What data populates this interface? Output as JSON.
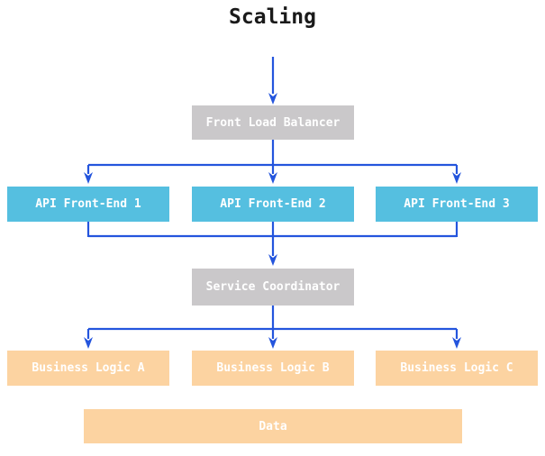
{
  "diagram": {
    "title": "Scaling",
    "colors": {
      "background": "#ffffff",
      "title_text": "#1a1a1a",
      "node_text": "#ffffff",
      "node_gray": "#cac8ca",
      "node_cyan": "#55bfe0",
      "node_peach": "#fcd3a1",
      "arrow_blue": "#2455dd"
    },
    "nodes": {
      "front_load_balancer": {
        "label": "Front Load Balancer",
        "color": "#cac8ca"
      },
      "api_front_end_1": {
        "label": "API Front-End 1",
        "color": "#55bfe0"
      },
      "api_front_end_2": {
        "label": "API Front-End 2",
        "color": "#55bfe0"
      },
      "api_front_end_3": {
        "label": "API Front-End 3",
        "color": "#55bfe0"
      },
      "service_coordinator": {
        "label": "Service Coordinator",
        "color": "#cac8ca"
      },
      "business_logic_a": {
        "label": "Business Logic A",
        "color": "#fcd3a1"
      },
      "business_logic_b": {
        "label": "Business Logic B",
        "color": "#fcd3a1"
      },
      "business_logic_c": {
        "label": "Business Logic C",
        "color": "#fcd3a1"
      },
      "data": {
        "label": "Data",
        "color": "#fcd3a1"
      }
    },
    "edges": [
      {
        "from": null,
        "to": "Front Load Balancer"
      },
      {
        "from": "Front Load Balancer",
        "to": "API Front-End 1"
      },
      {
        "from": "Front Load Balancer",
        "to": "API Front-End 2"
      },
      {
        "from": "Front Load Balancer",
        "to": "API Front-End 3"
      },
      {
        "from": "API Front-End 1",
        "to": "Service Coordinator"
      },
      {
        "from": "API Front-End 2",
        "to": "Service Coordinator"
      },
      {
        "from": "API Front-End 3",
        "to": "Service Coordinator"
      },
      {
        "from": "Service Coordinator",
        "to": "Business Logic A"
      },
      {
        "from": "Service Coordinator",
        "to": "Business Logic B"
      },
      {
        "from": "Service Coordinator",
        "to": "Business Logic C"
      }
    ]
  }
}
